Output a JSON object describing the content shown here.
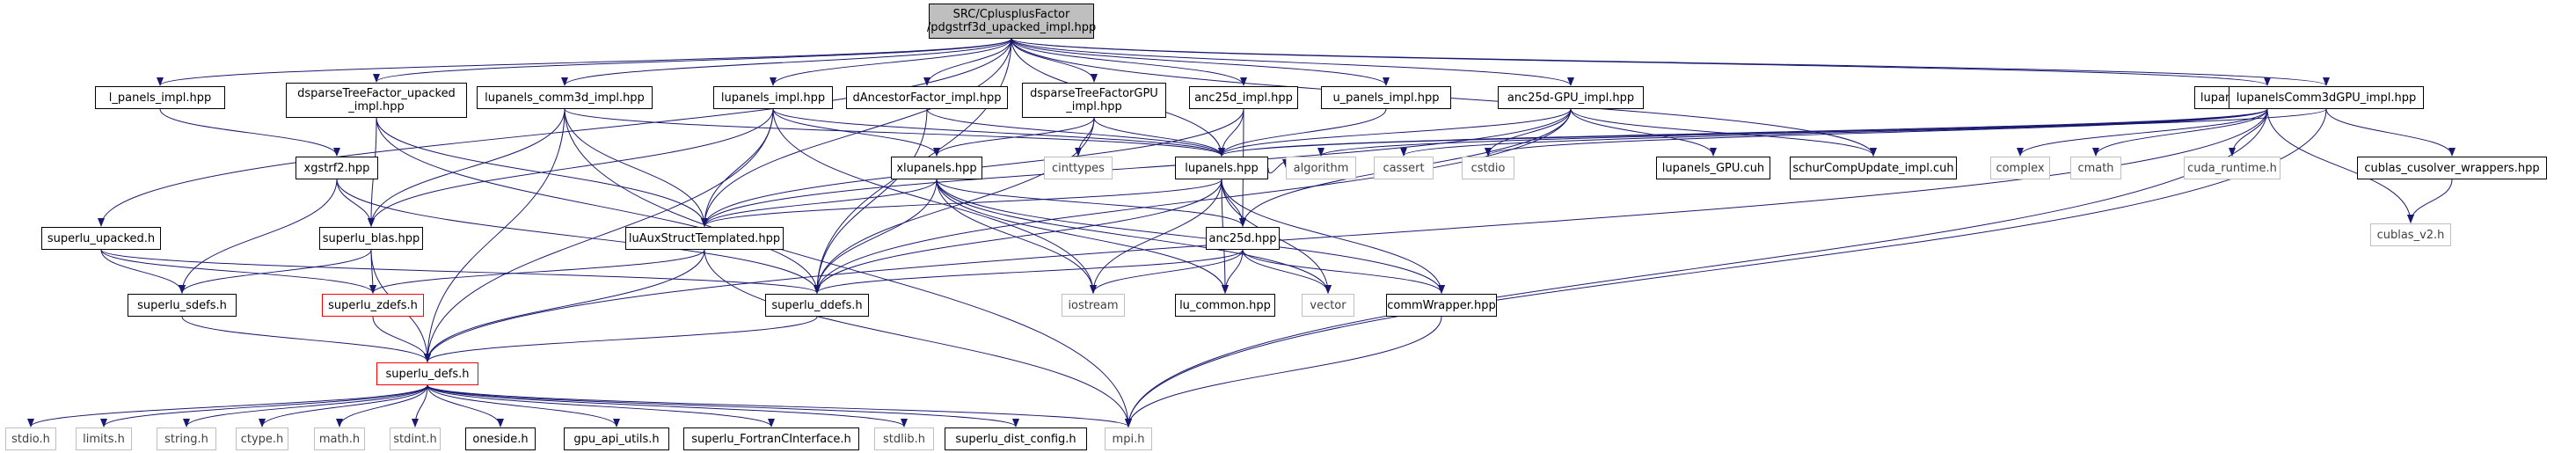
{
  "diagram": {
    "edge_color": "#191970",
    "colors": {
      "node_border": "#000000",
      "system_header_border": "#bfbfbf",
      "incomplete_border": "#ff0000",
      "root_fill": "#bfbfbf"
    },
    "nodes": [
      {
        "id": "root",
        "lines": [
          "SRC/CplusplusFactor",
          "/pdgstrf3d_upacked_impl.hpp"
        ],
        "kind": "root"
      },
      {
        "id": "l_panels_impl",
        "lines": [
          "l_panels_impl.hpp"
        ],
        "kind": "doc"
      },
      {
        "id": "dsparse_upacked",
        "lines": [
          "dsparseTreeFactor_upacked",
          "_impl.hpp"
        ],
        "kind": "doc"
      },
      {
        "id": "lupanels_comm3d",
        "lines": [
          "lupanels_comm3d_impl.hpp"
        ],
        "kind": "doc"
      },
      {
        "id": "lupanels_impl",
        "lines": [
          "lupanels_impl.hpp"
        ],
        "kind": "doc"
      },
      {
        "id": "dAncestor",
        "lines": [
          "dAncestorFactor_impl.hpp"
        ],
        "kind": "doc"
      },
      {
        "id": "dsparseGPU",
        "lines": [
          "dsparseTreeFactorGPU",
          "_impl.hpp"
        ],
        "kind": "doc"
      },
      {
        "id": "anc25d_impl",
        "lines": [
          "anc25d_impl.hpp"
        ],
        "kind": "doc"
      },
      {
        "id": "u_panels_impl",
        "lines": [
          "u_panels_impl.hpp"
        ],
        "kind": "doc"
      },
      {
        "id": "anc25d_gpu",
        "lines": [
          "anc25d-GPU_impl.hpp"
        ],
        "kind": "doc"
      },
      {
        "id": "lupanels_gpu_impl",
        "lines": [
          "lupanels_GPU_impl.hpp"
        ],
        "kind": "doc"
      },
      {
        "id": "lupanelsComm3dGPU",
        "lines": [
          "lupanelsComm3dGPU_impl.hpp"
        ],
        "kind": "doc"
      },
      {
        "id": "xgstrf2",
        "lines": [
          "xgstrf2.hpp"
        ],
        "kind": "doc"
      },
      {
        "id": "xlupanels",
        "lines": [
          "xlupanels.hpp"
        ],
        "kind": "doc"
      },
      {
        "id": "cinttypes",
        "lines": [
          "cinttypes"
        ],
        "kind": "sys"
      },
      {
        "id": "lupanels",
        "lines": [
          "lupanels.hpp"
        ],
        "kind": "doc"
      },
      {
        "id": "algorithm",
        "lines": [
          "algorithm"
        ],
        "kind": "sys"
      },
      {
        "id": "cassert",
        "lines": [
          "cassert"
        ],
        "kind": "sys"
      },
      {
        "id": "cstdio",
        "lines": [
          "cstdio"
        ],
        "kind": "sys"
      },
      {
        "id": "lupanels_GPU_cuh",
        "lines": [
          "lupanels_GPU.cuh"
        ],
        "kind": "doc"
      },
      {
        "id": "schur",
        "lines": [
          "schurCompUpdate_impl.cuh"
        ],
        "kind": "doc"
      },
      {
        "id": "complex",
        "lines": [
          "complex"
        ],
        "kind": "sys"
      },
      {
        "id": "cmath",
        "lines": [
          "cmath"
        ],
        "kind": "sys"
      },
      {
        "id": "cuda_runtime",
        "lines": [
          "cuda_runtime.h"
        ],
        "kind": "sys"
      },
      {
        "id": "cublas_cusolver",
        "lines": [
          "cublas_cusolver_wrappers.hpp"
        ],
        "kind": "doc"
      },
      {
        "id": "cublas_v2",
        "lines": [
          "cublas_v2.h"
        ],
        "kind": "sys"
      },
      {
        "id": "superlu_upacked",
        "lines": [
          "superlu_upacked.h"
        ],
        "kind": "doc"
      },
      {
        "id": "superlu_blas",
        "lines": [
          "superlu_blas.hpp"
        ],
        "kind": "doc"
      },
      {
        "id": "luAux",
        "lines": [
          "luAuxStructTemplated.hpp"
        ],
        "kind": "doc"
      },
      {
        "id": "anc25d",
        "lines": [
          "anc25d.hpp"
        ],
        "kind": "doc"
      },
      {
        "id": "superlu_sdefs",
        "lines": [
          "superlu_sdefs.h"
        ],
        "kind": "doc"
      },
      {
        "id": "superlu_zdefs",
        "lines": [
          "superlu_zdefs.h"
        ],
        "kind": "red"
      },
      {
        "id": "superlu_ddefs",
        "lines": [
          "superlu_ddefs.h"
        ],
        "kind": "doc"
      },
      {
        "id": "iostream",
        "lines": [
          "iostream"
        ],
        "kind": "sys"
      },
      {
        "id": "lu_common",
        "lines": [
          "lu_common.hpp"
        ],
        "kind": "doc"
      },
      {
        "id": "vector",
        "lines": [
          "vector"
        ],
        "kind": "sys"
      },
      {
        "id": "commWrapper",
        "lines": [
          "commWrapper.hpp"
        ],
        "kind": "doc"
      },
      {
        "id": "superlu_defs",
        "lines": [
          "superlu_defs.h"
        ],
        "kind": "red"
      },
      {
        "id": "stdio",
        "lines": [
          "stdio.h"
        ],
        "kind": "sys"
      },
      {
        "id": "limits",
        "lines": [
          "limits.h"
        ],
        "kind": "sys"
      },
      {
        "id": "string",
        "lines": [
          "string.h"
        ],
        "kind": "sys"
      },
      {
        "id": "ctype",
        "lines": [
          "ctype.h"
        ],
        "kind": "sys"
      },
      {
        "id": "math",
        "lines": [
          "math.h"
        ],
        "kind": "sys"
      },
      {
        "id": "stdint",
        "lines": [
          "stdint.h"
        ],
        "kind": "sys"
      },
      {
        "id": "oneside",
        "lines": [
          "oneside.h"
        ],
        "kind": "doc"
      },
      {
        "id": "gpu_api",
        "lines": [
          "gpu_api_utils.h"
        ],
        "kind": "doc"
      },
      {
        "id": "fortran",
        "lines": [
          "superlu_FortranCInterface.h"
        ],
        "kind": "doc"
      },
      {
        "id": "stdlib",
        "lines": [
          "stdlib.h"
        ],
        "kind": "sys"
      },
      {
        "id": "dist_config",
        "lines": [
          "superlu_dist_config.h"
        ],
        "kind": "doc"
      },
      {
        "id": "mpi",
        "lines": [
          "mpi.h"
        ],
        "kind": "sys"
      }
    ],
    "edges": [
      [
        "root",
        "l_panels_impl"
      ],
      [
        "root",
        "dsparse_upacked"
      ],
      [
        "root",
        "lupanels_comm3d"
      ],
      [
        "root",
        "lupanels_impl"
      ],
      [
        "root",
        "dAncestor"
      ],
      [
        "root",
        "dsparseGPU"
      ],
      [
        "root",
        "anc25d_impl"
      ],
      [
        "root",
        "u_panels_impl"
      ],
      [
        "root",
        "anc25d_gpu"
      ],
      [
        "root",
        "lupanels_gpu_impl"
      ],
      [
        "root",
        "lupanelsComm3dGPU"
      ],
      [
        "root",
        "superlu_upacked"
      ],
      [
        "root",
        "luAux"
      ],
      [
        "root",
        "superlu_ddefs"
      ],
      [
        "root",
        "lupanels"
      ],
      [
        "root",
        "schur"
      ],
      [
        "l_panels_impl",
        "xgstrf2"
      ],
      [
        "dsparse_upacked",
        "superlu_blas"
      ],
      [
        "dsparse_upacked",
        "luAux"
      ],
      [
        "dsparse_upacked",
        "superlu_ddefs"
      ],
      [
        "lupanels_comm3d",
        "lupanels"
      ],
      [
        "lupanels_comm3d",
        "luAux"
      ],
      [
        "lupanels_comm3d",
        "superlu_blas"
      ],
      [
        "lupanels_comm3d",
        "mpi"
      ],
      [
        "lupanels_comm3d",
        "superlu_defs"
      ],
      [
        "lupanels_impl",
        "lupanels"
      ],
      [
        "lupanels_impl",
        "xlupanels"
      ],
      [
        "lupanels_impl",
        "luAux"
      ],
      [
        "lupanels_impl",
        "superlu_blas"
      ],
      [
        "lupanels_impl",
        "iostream"
      ],
      [
        "lupanels_impl",
        "superlu_defs"
      ],
      [
        "dAncestor",
        "lupanels"
      ],
      [
        "dAncestor",
        "superlu_ddefs"
      ],
      [
        "dsparseGPU",
        "lupanels"
      ],
      [
        "dsparseGPU",
        "xlupanels"
      ],
      [
        "dsparseGPU",
        "cinttypes"
      ],
      [
        "dsparseGPU",
        "superlu_ddefs"
      ],
      [
        "anc25d_impl",
        "lupanels"
      ],
      [
        "anc25d_impl",
        "anc25d"
      ],
      [
        "anc25d_impl",
        "luAux"
      ],
      [
        "u_panels_impl",
        "lupanels"
      ],
      [
        "anc25d_gpu",
        "lupanels"
      ],
      [
        "anc25d_gpu",
        "anc25d"
      ],
      [
        "anc25d_gpu",
        "cstdio"
      ],
      [
        "anc25d_gpu",
        "lupanels_GPU_cuh"
      ],
      [
        "anc25d_gpu",
        "schur"
      ],
      [
        "anc25d_gpu",
        "luAux"
      ],
      [
        "anc25d_gpu",
        "superlu_ddefs"
      ],
      [
        "lupanels_gpu_impl",
        "lupanels"
      ],
      [
        "lupanels_gpu_impl",
        "algorithm"
      ],
      [
        "lupanels_gpu_impl",
        "cassert"
      ],
      [
        "lupanels_gpu_impl",
        "cstdio"
      ],
      [
        "lupanels_gpu_impl",
        "complex"
      ],
      [
        "lupanels_gpu_impl",
        "cmath"
      ],
      [
        "lupanels_gpu_impl",
        "cuda_runtime"
      ],
      [
        "lupanels_gpu_impl",
        "cublas_v2"
      ],
      [
        "lupanels_gpu_impl",
        "mpi"
      ],
      [
        "lupanels_gpu_impl",
        "superlu_defs"
      ],
      [
        "lupanelsComm3dGPU",
        "lupanels"
      ],
      [
        "lupanelsComm3dGPU",
        "cublas_cusolver"
      ],
      [
        "lupanelsComm3dGPU",
        "mpi"
      ],
      [
        "cublas_cusolver",
        "cublas_v2"
      ],
      [
        "xgstrf2",
        "superlu_blas"
      ],
      [
        "xgstrf2",
        "superlu_sdefs"
      ],
      [
        "xgstrf2",
        "superlu_ddefs"
      ],
      [
        "xlupanels",
        "luAux"
      ],
      [
        "xlupanels",
        "anc25d"
      ],
      [
        "xlupanels",
        "superlu_ddefs"
      ],
      [
        "xlupanels",
        "iostream"
      ],
      [
        "xlupanels",
        "lu_common"
      ],
      [
        "xlupanels",
        "vector"
      ],
      [
        "xlupanels",
        "commWrapper"
      ],
      [
        "lupanels",
        "luAux"
      ],
      [
        "lupanels",
        "anc25d"
      ],
      [
        "lupanels",
        "superlu_ddefs"
      ],
      [
        "lupanels",
        "iostream"
      ],
      [
        "lupanels",
        "vector"
      ],
      [
        "lupanels",
        "commWrapper"
      ],
      [
        "lupanels",
        "algorithm"
      ],
      [
        "lupanels",
        "lu_common"
      ],
      [
        "superlu_upacked",
        "superlu_sdefs"
      ],
      [
        "superlu_upacked",
        "superlu_ddefs"
      ],
      [
        "superlu_upacked",
        "superlu_zdefs"
      ],
      [
        "superlu_blas",
        "superlu_defs"
      ],
      [
        "superlu_blas",
        "superlu_sdefs"
      ],
      [
        "superlu_blas",
        "superlu_zdefs"
      ],
      [
        "luAux",
        "superlu_defs"
      ],
      [
        "luAux",
        "superlu_zdefs"
      ],
      [
        "luAux",
        "mpi"
      ],
      [
        "anc25d",
        "superlu_ddefs"
      ],
      [
        "anc25d",
        "iostream"
      ],
      [
        "anc25d",
        "lu_common"
      ],
      [
        "anc25d",
        "vector"
      ],
      [
        "anc25d",
        "commWrapper"
      ],
      [
        "superlu_sdefs",
        "superlu_defs"
      ],
      [
        "superlu_zdefs",
        "superlu_defs"
      ],
      [
        "superlu_ddefs",
        "superlu_defs"
      ],
      [
        "commWrapper",
        "mpi"
      ],
      [
        "superlu_defs",
        "stdio"
      ],
      [
        "superlu_defs",
        "limits"
      ],
      [
        "superlu_defs",
        "string"
      ],
      [
        "superlu_defs",
        "ctype"
      ],
      [
        "superlu_defs",
        "math"
      ],
      [
        "superlu_defs",
        "stdint"
      ],
      [
        "superlu_defs",
        "oneside"
      ],
      [
        "superlu_defs",
        "gpu_api"
      ],
      [
        "superlu_defs",
        "fortran"
      ],
      [
        "superlu_defs",
        "stdlib"
      ],
      [
        "superlu_defs",
        "dist_config"
      ],
      [
        "superlu_defs",
        "mpi"
      ]
    ]
  }
}
